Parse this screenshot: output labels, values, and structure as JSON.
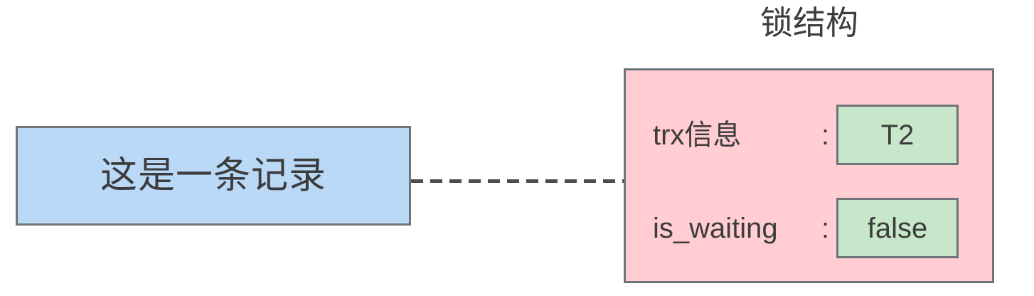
{
  "diagram": {
    "title": "锁结构",
    "record": {
      "label": "这是一条记录"
    },
    "connector": {
      "style": "dashed",
      "color": "#4d4d4d"
    },
    "lock_structure": {
      "fields": [
        {
          "key": "trx信息",
          "separator": ":",
          "value": "T2"
        },
        {
          "key": "is_waiting",
          "separator": ":",
          "value": "false"
        }
      ]
    },
    "colors": {
      "record_fill": "#bad9f7",
      "lock_fill": "#ffcdd2",
      "value_fill": "#c8e6c9",
      "border": "#6e7479",
      "text": "#3c3c3c"
    }
  }
}
